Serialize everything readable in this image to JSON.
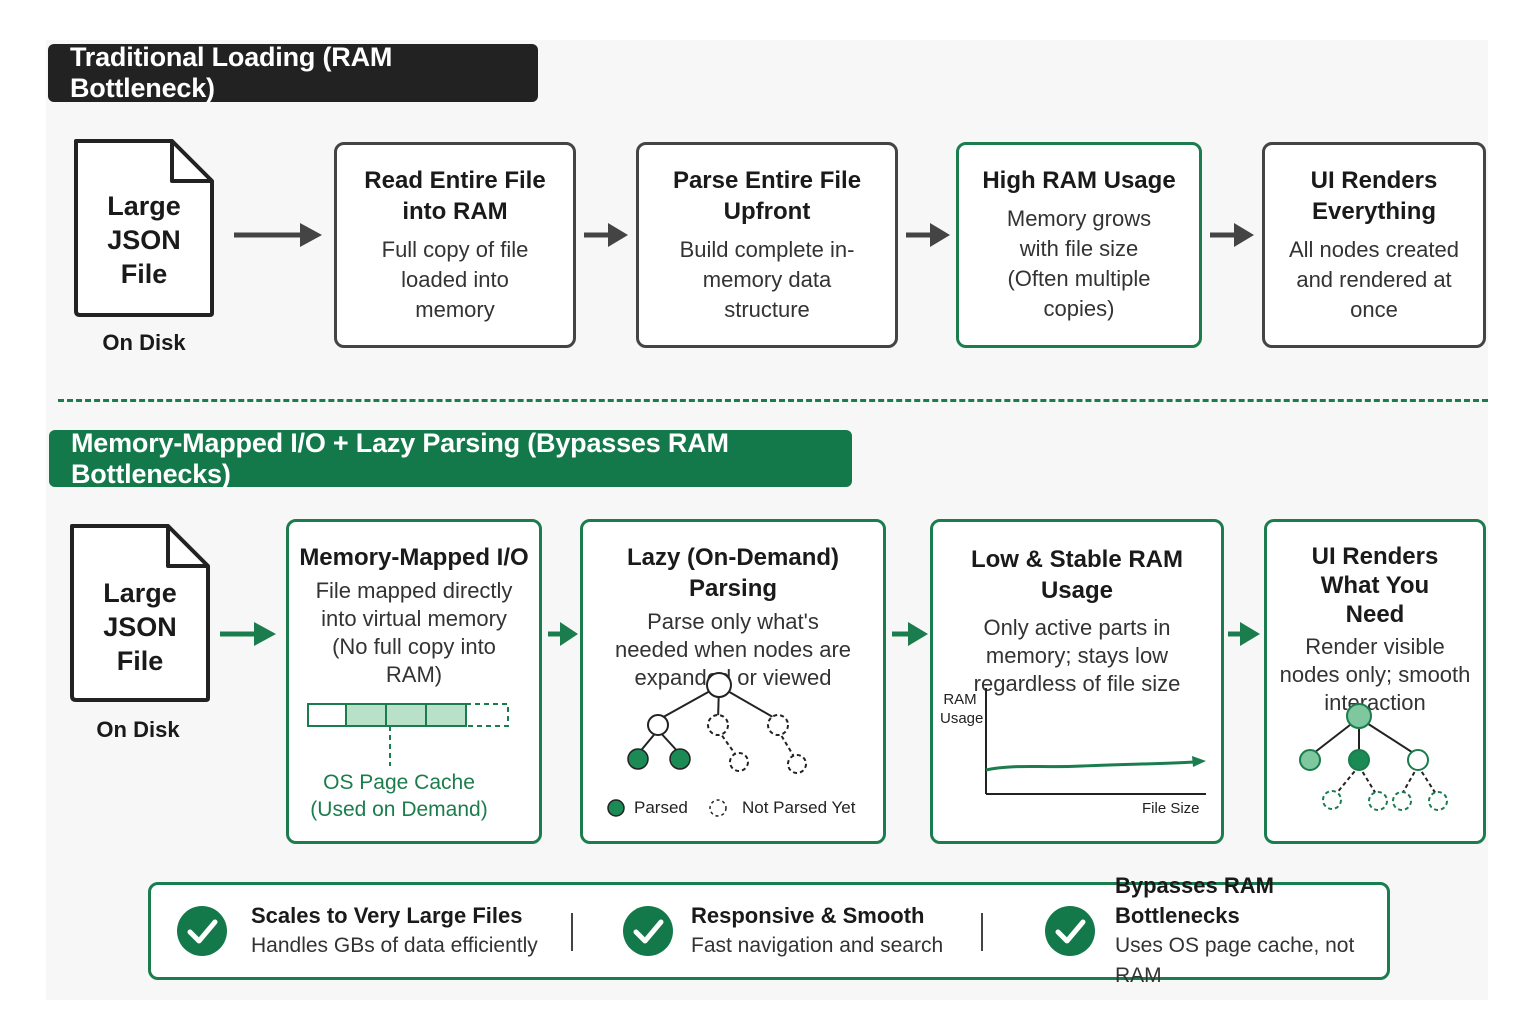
{
  "traditional": {
    "header": "Traditional Loading (RAM Bottleneck)",
    "file": {
      "label": "Large JSON File",
      "caption": "On Disk"
    },
    "steps": [
      {
        "title": "Read Entire File into RAM",
        "body": "Full copy of file loaded into memory"
      },
      {
        "title": "Parse Entire File Upfront",
        "body": "Build complete in-memory data structure"
      },
      {
        "title": "High RAM Usage",
        "body": "Memory grows with file size (Often multiple copies)"
      },
      {
        "title": "UI Renders Everything",
        "body": "All nodes created and rendered at once"
      }
    ]
  },
  "mmap": {
    "header": "Memory-Mapped I/O + Lazy Parsing (Bypasses RAM Bottlenecks)",
    "file": {
      "label": "Large JSON File",
      "caption": "On Disk"
    },
    "steps": [
      {
        "title": "Memory-Mapped I/O",
        "body": "File mapped directly into virtual memory (No full copy into RAM)"
      },
      {
        "title": "Lazy (On-Demand) Parsing",
        "body": "Parse only what's needed when nodes are expanded or viewed"
      },
      {
        "title": "Low & Stable RAM Usage",
        "body": "Only active parts in memory; stays low regardless of file size"
      },
      {
        "title": "UI Renders What You Need",
        "body": "Render visible nodes only; smooth interaction"
      }
    ],
    "page_cache_label": "OS Page Cache (Used on Demand)",
    "legend": {
      "parsed": "Parsed",
      "not_parsed": "Not Parsed Yet"
    },
    "chart": {
      "y_axis": "RAM Usage",
      "x_axis": "File Size"
    }
  },
  "benefits": [
    {
      "title": "Scales to Very Large Files",
      "desc": "Handles GBs of data efficiently",
      "icon": "check-icon"
    },
    {
      "title": "Responsive & Smooth",
      "desc": "Fast navigation and search",
      "icon": "check-icon"
    },
    {
      "title": "Bypasses RAM Bottlenecks",
      "desc": "Uses OS page cache, not RAM",
      "icon": "check-icon"
    }
  ],
  "colors": {
    "green": "#13794a",
    "dark": "#222222",
    "node_fill": "#7fc79e",
    "cache_fill": "#b9e0c8"
  }
}
